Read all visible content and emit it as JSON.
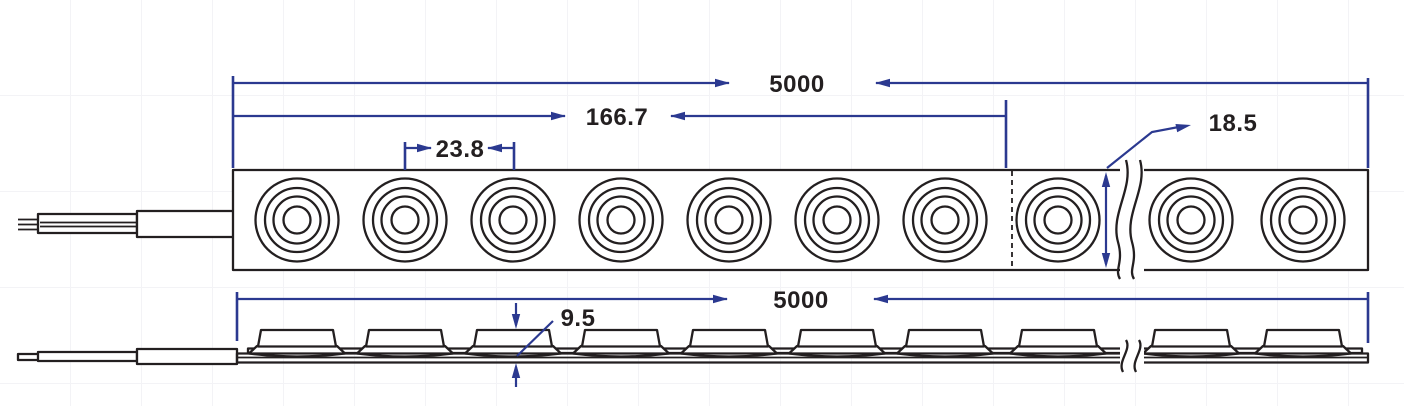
{
  "drawing": {
    "description": "LED module strip technical drawing, top view and side view",
    "colors": {
      "outline": "#231f20",
      "dimension_line": "#2b3990",
      "label_text": "#231f20",
      "background": "#ffffff"
    },
    "top_view": {
      "total_length_label": "5000",
      "cut_unit_length_label": "166.7",
      "led_pitch_label": "23.8",
      "strip_width_label": "18.5",
      "led_count_visible": 10
    },
    "side_view": {
      "total_length_label": "5000",
      "module_height_label": "9.5",
      "module_count_visible": 10
    }
  }
}
